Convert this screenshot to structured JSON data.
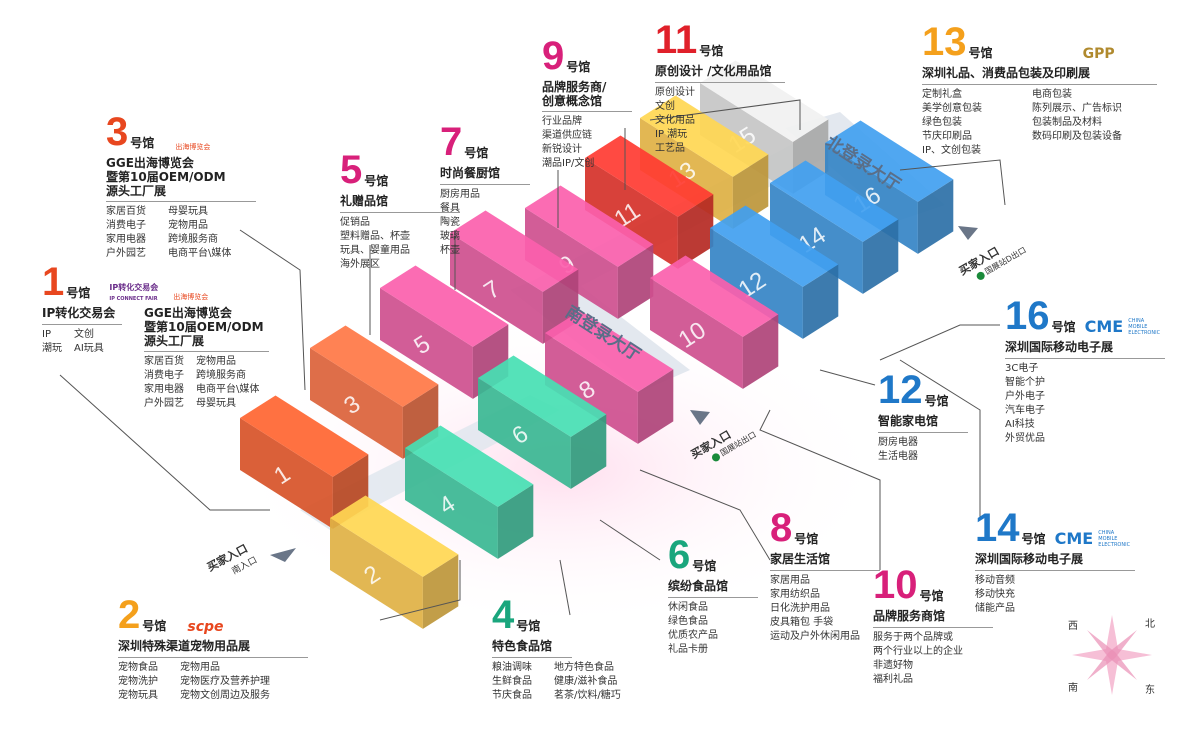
{
  "hall_suffix": "号馆",
  "halls": [
    {
      "no": "1",
      "color": "#e8471f",
      "title": [
        "IP转化交易会"
      ],
      "col1": [
        "IP",
        "潮玩"
      ],
      "col2": [
        "文创",
        "AI玩具"
      ],
      "extra_title": [
        "GGE出海博览会",
        "暨第10届OEM/ODM",
        "源头工厂展"
      ],
      "ecol1": [
        "家居百货",
        "消费电子",
        "家用电器",
        "户外园艺"
      ],
      "ecol2": [
        "宠物用品",
        "跨境服务商",
        "电商平台\\媒体",
        "母婴玩具"
      ]
    },
    {
      "no": "2",
      "color": "#f4a01c",
      "title": [
        "深圳特殊渠道宠物用品展"
      ],
      "col1": [
        "宠物食品",
        "宠物洗护",
        "宠物玩具"
      ],
      "col2": [
        "宠物用品",
        "宠物医疗及营养护理",
        "宠物文创周边及服务"
      ]
    },
    {
      "no": "3",
      "color": "#e8471f",
      "title": [
        "GGE出海博览会",
        "暨第10届OEM/ODM",
        "源头工厂展"
      ],
      "col1": [
        "家居百货",
        "消费电子",
        "家用电器",
        "户外园艺"
      ],
      "col2": [
        "母婴玩具",
        "宠物用品",
        "跨境服务商",
        "电商平台\\媒体"
      ]
    },
    {
      "no": "4",
      "color": "#1aa67d",
      "title": [
        "特色食品馆"
      ],
      "col1": [
        "粮油调味",
        "生鲜食品",
        "节庆食品"
      ],
      "col2": [
        "地方特色食品",
        "健康/滋补食品",
        "茗茶/饮料/糖巧"
      ]
    },
    {
      "no": "5",
      "color": "#d8207a",
      "title": [
        "礼赠品馆"
      ],
      "col1": [
        "促销品",
        "塑料赠品、杯壶",
        "玩具、婴童用品",
        "海外展区"
      ],
      "col2": []
    },
    {
      "no": "6",
      "color": "#1aa67d",
      "title": [
        "缤纷食品馆"
      ],
      "col1": [
        "休闲食品",
        "绿色食品",
        "优质农产品",
        "礼品卡册"
      ],
      "col2": []
    },
    {
      "no": "7",
      "color": "#d8207a",
      "title": [
        "时尚餐厨馆"
      ],
      "col1": [
        "厨房用品",
        "餐具",
        "陶瓷",
        "玻璃",
        "杯壶"
      ],
      "col2": []
    },
    {
      "no": "8",
      "color": "#d8207a",
      "title": [
        "家居生活馆"
      ],
      "col1": [
        "家居用品",
        "家用纺织品",
        "日化洗护用品",
        "皮具箱包 手袋",
        "运动及户外休闲用品"
      ],
      "col2": []
    },
    {
      "no": "9",
      "color": "#d8207a",
      "title": [
        "品牌服务商/",
        "创意概念馆"
      ],
      "col1": [
        "行业品牌",
        "渠道供应链",
        "新锐设计",
        "潮品IP/文创"
      ],
      "col2": []
    },
    {
      "no": "10",
      "color": "#d8207a",
      "title": [
        "品牌服务商馆"
      ],
      "col1": [
        "服务于两个品牌或",
        "两个行业以上的企业",
        "非遗好物",
        "福利礼品"
      ],
      "col2": []
    },
    {
      "no": "11",
      "color": "#e0202a",
      "title": [
        "原创设计 /文化用品馆"
      ],
      "col1": [
        "原创设计",
        "文创",
        "文化用品",
        "IP 潮玩",
        "工艺品"
      ],
      "col2": []
    },
    {
      "no": "12",
      "color": "#1f78c8",
      "title": [
        "智能家电馆"
      ],
      "col1": [
        "厨房电器",
        "生活电器"
      ],
      "col2": []
    },
    {
      "no": "13",
      "color": "#f4a01c",
      "title": [
        "深圳礼品、消费品包装及印刷展"
      ],
      "col1": [
        "定制礼盒",
        "美学创意包装",
        "绿色包装",
        "节庆印刷品",
        "IP、文创包装"
      ],
      "col2": [
        "电商包装",
        "陈列展示、广告标识",
        "包装制品及材料",
        "数码印刷及包装设备"
      ]
    },
    {
      "no": "14",
      "color": "#1f78c8",
      "title": [
        "深圳国际移动电子展"
      ],
      "col1": [
        "移动音频",
        "移动快充",
        "储能产品"
      ],
      "col2": []
    },
    {
      "no": "16",
      "color": "#1f78c8",
      "title": [
        "深圳国际移动电子展"
      ],
      "col1": [
        "3C电子",
        "智能个护",
        "户外电子",
        "汽车电子",
        "AI科技",
        "外贸优品"
      ],
      "col2": []
    }
  ],
  "blocks": [
    {
      "no": "1",
      "color": "#ea5a2c"
    },
    {
      "no": "2",
      "color": "#f2c04a"
    },
    {
      "no": "3",
      "color": "#ee6a3e"
    },
    {
      "no": "4",
      "color": "#3fc7a0"
    },
    {
      "no": "5",
      "color": "#e0569a"
    },
    {
      "no": "6",
      "color": "#3fc7a0"
    },
    {
      "no": "7",
      "color": "#e0569a"
    },
    {
      "no": "8",
      "color": "#e0569a"
    },
    {
      "no": "9",
      "color": "#e0569a"
    },
    {
      "no": "10",
      "color": "#e0569a"
    },
    {
      "no": "11",
      "color": "#e8352d"
    },
    {
      "no": "12",
      "color": "#3a8fd6"
    },
    {
      "no": "13",
      "color": "#f2c04a"
    },
    {
      "no": "14",
      "color": "#3a8fd6"
    },
    {
      "no": "15",
      "color": "#d7d7d7"
    },
    {
      "no": "16",
      "color": "#3a8fd6"
    }
  ],
  "lobbies": {
    "north": "北登录大厅",
    "south": "南登录大厅"
  },
  "entrances": {
    "buyer": "买家入口",
    "south_gate": "南入口",
    "metro": "国展站出口",
    "metro2": "国展站D出口"
  },
  "logos": {
    "gge": "出海博览会",
    "ip_fair": "IP转化交易会",
    "ip_fair_sub": "IP CONNECT FAIR",
    "cme": "CME",
    "cme_sub": "CHINA MOBILE ELECTRONIC",
    "gpp": "GPP",
    "scpe": "scpe"
  },
  "compass": {
    "n": "北",
    "s": "南",
    "e": "东",
    "w": "西"
  }
}
